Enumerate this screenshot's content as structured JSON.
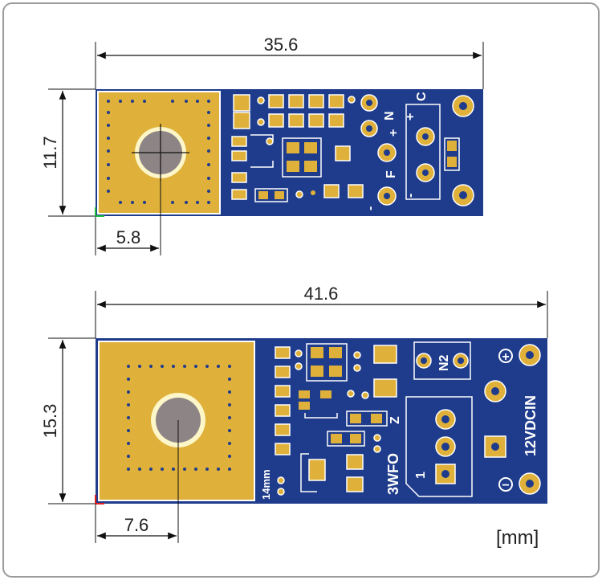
{
  "units_label": "[mm]",
  "colors": {
    "board": "#1f3c8c",
    "copper": "#e0b13a",
    "silkscreen": "#ffffff",
    "hole": "#8d8486",
    "dimension_line": "#111111"
  },
  "board_a": {
    "length": "35.6",
    "height": "11.7",
    "hole_offset": "5.8",
    "silk": {
      "n": "N",
      "plus": "+",
      "f": "F",
      "minus": "-",
      "c": "C",
      "c_plus": "+",
      "c_minus": "-"
    }
  },
  "board_b": {
    "length": "41.6",
    "height": "15.3",
    "hole_offset": "7.6",
    "silk": {
      "model": "3WFO",
      "size": "14mm",
      "voltage": "12VDCIN",
      "n2": "N2",
      "z": "Z",
      "pin1": "1",
      "plus": "+",
      "minus": "−"
    }
  }
}
